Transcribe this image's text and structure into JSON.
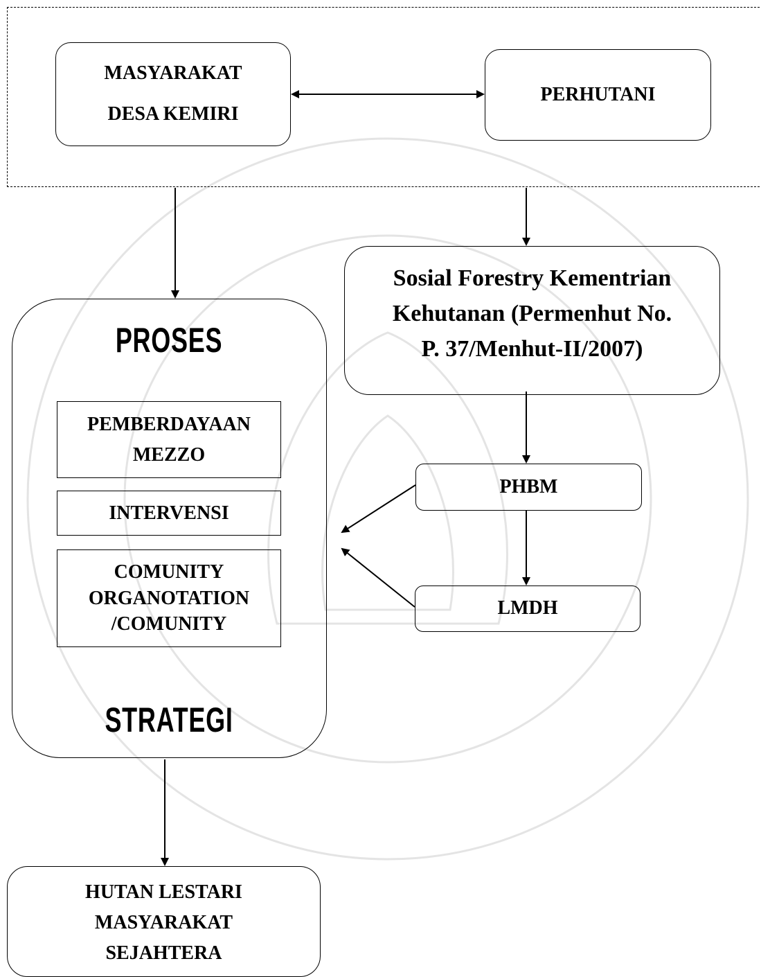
{
  "nodes": {
    "masyarakat": {
      "line1": "MASYARAKAT",
      "line2": "DESA KEMIRI"
    },
    "perhutani": "PERHUTANI",
    "sosial_forestry": {
      "line1": "Sosial Forestry Kementrian",
      "line2": "Kehutanan (Permenhut No.",
      "line3": "P. 37/Menhut-II/2007)"
    },
    "proses_title": "PROSES",
    "pemberdayaan": {
      "line1": "PEMBERDAYAAN",
      "line2": "MEZZO"
    },
    "intervensi": "INTERVENSI",
    "comunity": {
      "line1": "COMUNITY",
      "line2": "ORGANOTATION",
      "line3": "/COMUNITY"
    },
    "strategi_title": "STRATEGI",
    "phbm": "PHBM",
    "lmdh": "LMDH",
    "hutan": {
      "line1": "HUTAN LESTARI",
      "line2": "MASYARAKAT",
      "line3": "SEJAHTERA"
    }
  }
}
